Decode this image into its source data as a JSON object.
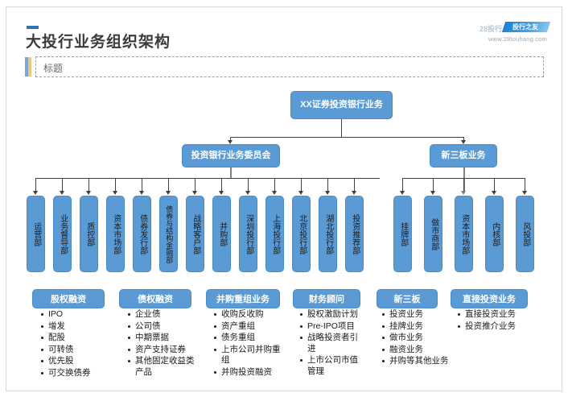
{
  "header": {
    "title": "大投行业务组织架构",
    "brand_mark": "28投行",
    "brand_ribbon": "投行之友",
    "brand_url": "www.28touhang.com",
    "title_field_placeholder": "标题"
  },
  "chart_data": {
    "type": "diagram",
    "title": "大投行业务组织架构",
    "root": {
      "label": "XX证券投资银行业务"
    },
    "level2": [
      {
        "label": "投资银行业务委员会"
      },
      {
        "label": "新三板业务"
      }
    ],
    "departments_left": [
      {
        "label": "运营部"
      },
      {
        "label": "业务督导部"
      },
      {
        "label": "质控部"
      },
      {
        "label": "资本市场部"
      },
      {
        "label": "债券发行部"
      },
      {
        "label": "债券与结构金融部"
      },
      {
        "label": "战略客户部"
      },
      {
        "label": "并购部"
      },
      {
        "label": "深圳投行部"
      },
      {
        "label": "上海投行部"
      },
      {
        "label": "北京投行部"
      },
      {
        "label": "湖北投行部"
      },
      {
        "label": "投资推荐部"
      }
    ],
    "departments_right": [
      {
        "label": "挂牌部"
      },
      {
        "label": "做市商部"
      },
      {
        "label": "资本市场部"
      },
      {
        "label": "内核部"
      },
      {
        "label": "风投部"
      }
    ],
    "categories": [
      {
        "title": "股权融资",
        "items": [
          "IPO",
          "增发",
          "配股",
          "可转债",
          "优先股",
          "可交换债券"
        ]
      },
      {
        "title": "债权融资",
        "items": [
          "企业债",
          "公司债",
          "中期票据",
          "资产支持证券",
          "其他固定收益类产品"
        ]
      },
      {
        "title": "并购重组业务",
        "items": [
          "收购反收购",
          "资产重组",
          "债务重组",
          "上市公司并购重组",
          "并购投资融资"
        ]
      },
      {
        "title": "财务顾问",
        "items": [
          "股权激励计划",
          "Pre-IPO项目",
          "战略投资者引进",
          "上市公司市值管理"
        ]
      },
      {
        "title": "新三板",
        "items": [
          "投资业务",
          "挂牌业务",
          "做市业务",
          "融资业务",
          "并购等其他业务"
        ]
      },
      {
        "title": "直接投资业务",
        "items": [
          "直接投资业务",
          "投资推介业务"
        ]
      }
    ],
    "colors": {
      "node_fill": "#5b9bd5",
      "node_stroke": "#4a8cc7",
      "connector": "#404040",
      "accent_blue": "#2e74b5",
      "accent_gold": "#e8c87a"
    }
  }
}
